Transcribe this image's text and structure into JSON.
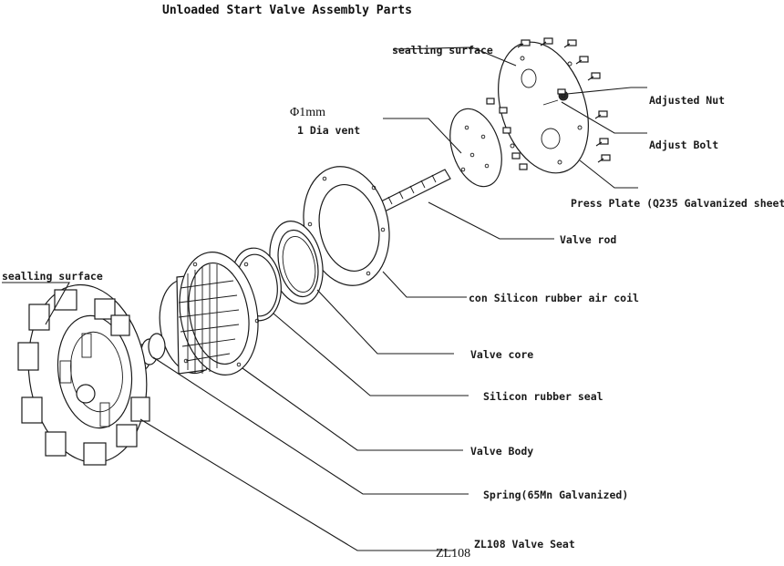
{
  "title": "Unloaded Start Valve Assembly Parts",
  "labels": {
    "sealing_top": "sealling surface",
    "sealing_left": "sealling surface",
    "vent_symbol": "Φ1mm",
    "vent_text": "1 Dia vent",
    "adjusted_nut": "Adjusted Nut",
    "adjust_bolt": "Adjust Bolt",
    "press_plate": "Press Plate (Q235 Galvanized sheet",
    "valve_rod": "Valve rod",
    "air_coil": "con  Silicon rubber air coil",
    "valve_core": "Valve core",
    "rubber_seal": "Silicon rubber seal",
    "valve_body": "Valve Body",
    "spring": "Spring(65Mn Galvanized)",
    "valve_seat": "ZL108 Valve Seat",
    "zl_mark": "ZL108"
  }
}
